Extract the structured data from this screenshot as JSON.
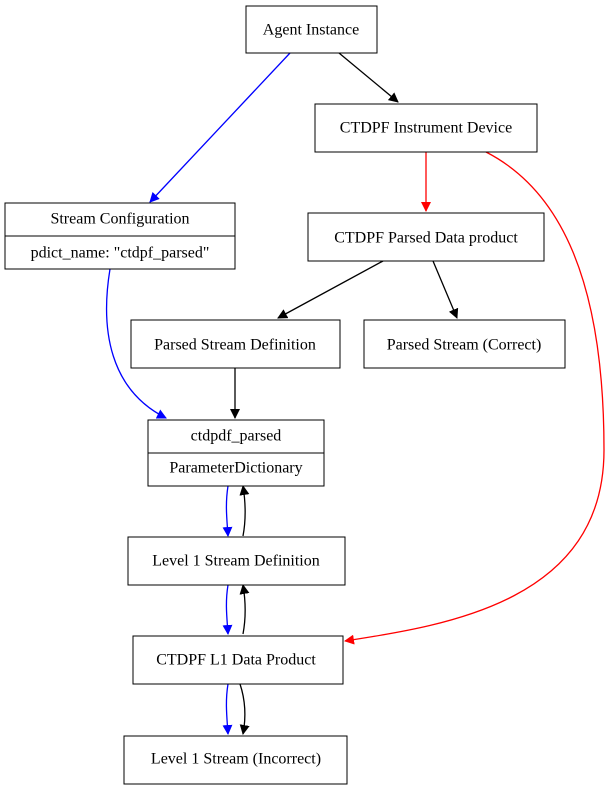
{
  "colors": {
    "node_border": "#000000",
    "edge_black": "#000000",
    "edge_blue": "#0000ff",
    "edge_red": "#ff0000"
  },
  "nodes": {
    "agent_instance": "Agent Instance",
    "ctdpf_instrument_device": "CTDPF Instrument Device",
    "stream_configuration": {
      "title": "Stream Configuration",
      "field": "pdict_name: \"ctdpf_parsed\""
    },
    "ctdpf_parsed_data_product": "CTDPF Parsed Data product",
    "parsed_stream_definition": "Parsed Stream Definition",
    "parsed_stream_correct": "Parsed Stream (Correct)",
    "ctdpdf_parsed": {
      "title": "ctdpdf_parsed",
      "type": "ParameterDictionary"
    },
    "level1_stream_definition": "Level 1 Stream Definition",
    "ctdpf_l1_data_product": "CTDPF L1 Data Product",
    "level1_stream_incorrect": "Level 1 Stream (Incorrect)"
  }
}
